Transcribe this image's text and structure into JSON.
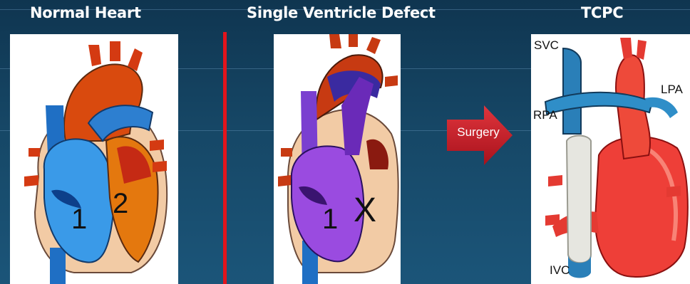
{
  "panels": {
    "normal": {
      "title": "Normal Heart",
      "chamber_1": "1",
      "chamber_2": "2"
    },
    "single": {
      "title": "Single Ventricle Defect",
      "chamber_1": "1",
      "chamber_x": "X"
    },
    "tcpc": {
      "title": "TCPC",
      "svc": "SVC",
      "rpa": "RPA",
      "lpa": "LPA",
      "ivc": "IVC"
    }
  },
  "arrow": {
    "label": "Surgery"
  },
  "colors": {
    "background": "#164766",
    "divider": "#e3141c",
    "arrow": "#c8202a",
    "oxygenated": "#d93a12",
    "deoxygenated": "#2c86d8",
    "mixed": "#7a2fd0",
    "muscle": "#f2cba5",
    "conduit": "#e6e6e0"
  },
  "icons": [
    "normal-heart-illustration",
    "single-ventricle-heart-illustration",
    "tcpc-heart-illustration",
    "surgery-arrow"
  ]
}
